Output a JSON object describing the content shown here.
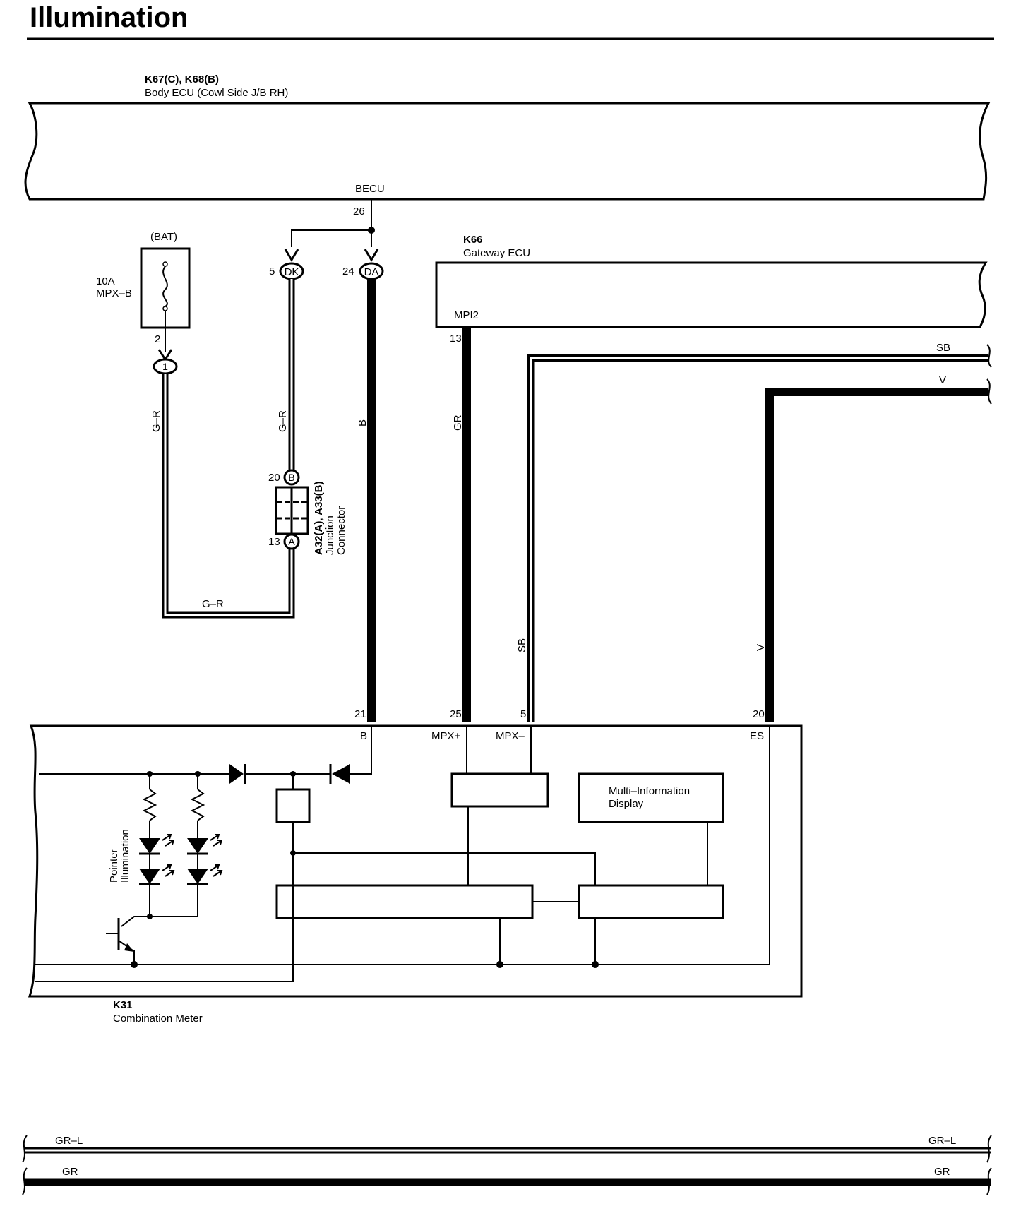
{
  "title": "Illumination",
  "body_ecu": {
    "ref": "K67(C), K68(B)",
    "name": "Body ECU (Cowl Side J/B RH)",
    "terminal": "BECU",
    "pin": "26"
  },
  "fuse": {
    "source": "(BAT)",
    "rating": "10A",
    "name": "MPX–B",
    "pin": "2",
    "connector": "1"
  },
  "junction_connector": {
    "ref": "A32(A), A33(B)",
    "line1": "Junction",
    "line2": "Connector",
    "top_pin": "20",
    "top_letter": "B",
    "bottom_pin": "13",
    "bottom_letter": "A"
  },
  "connectors": {
    "dk_pin": "5",
    "dk_code": "DK",
    "da_pin": "24",
    "da_code": "DA"
  },
  "gateway_ecu": {
    "ref": "K66",
    "name": "Gateway ECU",
    "terminal": "MPI2",
    "pin": "13"
  },
  "wires": {
    "g_r": "G–R",
    "b": "B",
    "gr": "GR",
    "sb": "SB",
    "v": "V",
    "gr_l": "GR–L"
  },
  "meter": {
    "ref": "K31",
    "name": "Combination Meter",
    "pin_b": "21",
    "term_b": "B",
    "pin_mpxp": "25",
    "term_mpxp": "MPX+",
    "pin_mpxm": "5",
    "term_mpxm": "MPX–",
    "pin_es": "20",
    "term_es": "ES",
    "mid_line1": "Multi–Information",
    "mid_line2": "Display",
    "pointer_line1": "Pointer",
    "pointer_line2": "Illumination"
  },
  "colors": {
    "ink": "#000000",
    "background": "#ffffff"
  }
}
